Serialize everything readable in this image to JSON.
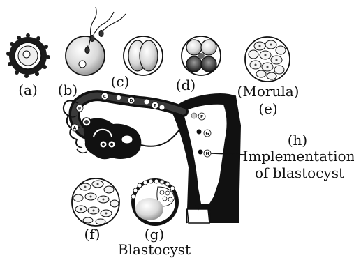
{
  "labels": {
    "a": "(a)",
    "b": "(b)",
    "c": "(c)",
    "d": "(d)",
    "morula": "(Morula)",
    "e": "(e)",
    "h": "(h)",
    "implementation_line1": "Implementation",
    "implementation_line2": "of blastocyst",
    "f": "(f)",
    "g": "(g)",
    "blastocyst": "Blastocyst"
  },
  "tube_markers": {
    "A": "A",
    "B": "B",
    "C": "C",
    "D": "D",
    "E": "E",
    "F": "F",
    "G": "G",
    "H": "H"
  },
  "colors": {
    "ink": "#111111",
    "background": "#ffffff",
    "cell_fill": "#f2f2f2",
    "shade": "#555555"
  }
}
